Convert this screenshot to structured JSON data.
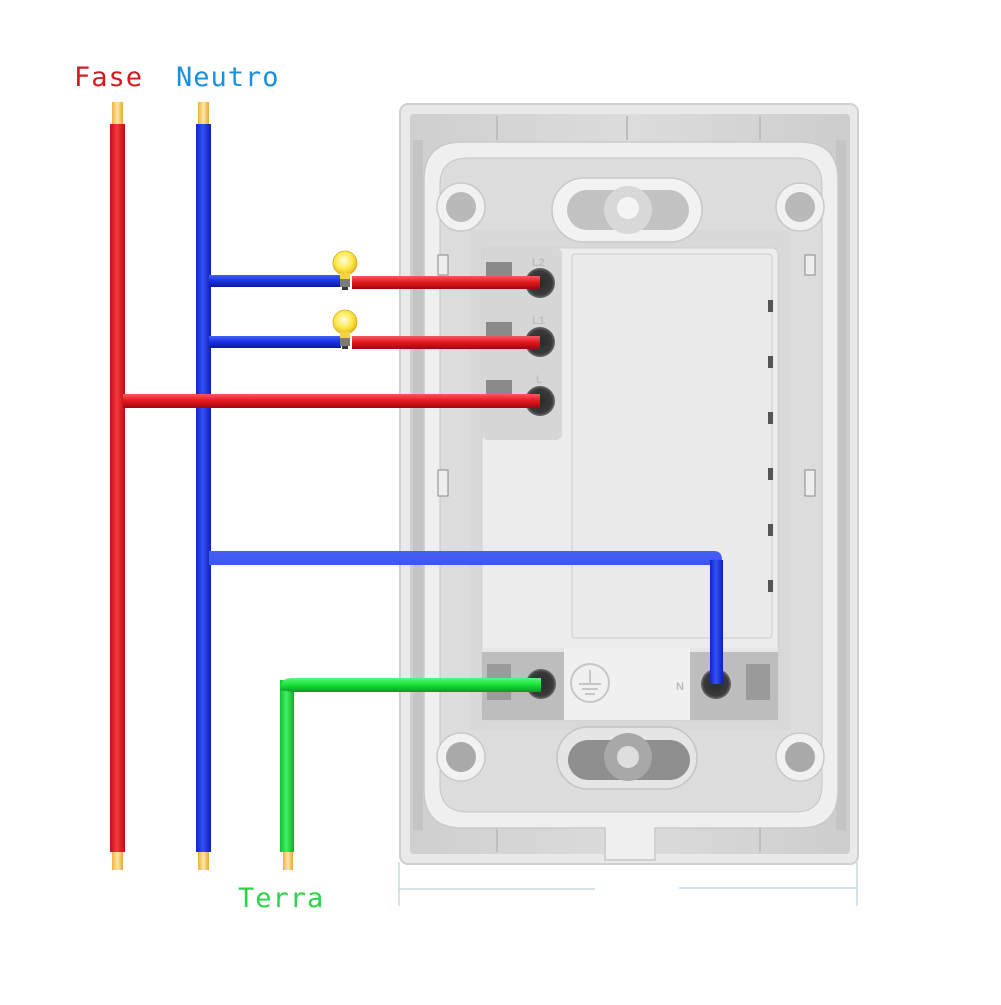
{
  "labels": {
    "fase": "Fase",
    "neutro": "Neutro",
    "terra": "Terra"
  },
  "terminals": {
    "l2": "L2",
    "l1": "L1",
    "l": "L",
    "n": "N",
    "ground_symbol": "earth-ground-icon"
  },
  "loads": [
    {
      "name": "lamp-1",
      "icon": "light-bulb-icon",
      "connects": "L2"
    },
    {
      "name": "lamp-2",
      "icon": "light-bulb-icon",
      "connects": "L1"
    }
  ],
  "colors": {
    "fase_wire": "#e0141c",
    "neutro_wire": "#1530e0",
    "terra_wire": "#18e038",
    "wire_tip": "#f5c35a",
    "fase_text": "#d51a1f",
    "neutro_text": "#1a8fdc",
    "terra_text": "#2dd34a",
    "plate": "#d9d9d9",
    "module": "#ebebeb"
  }
}
